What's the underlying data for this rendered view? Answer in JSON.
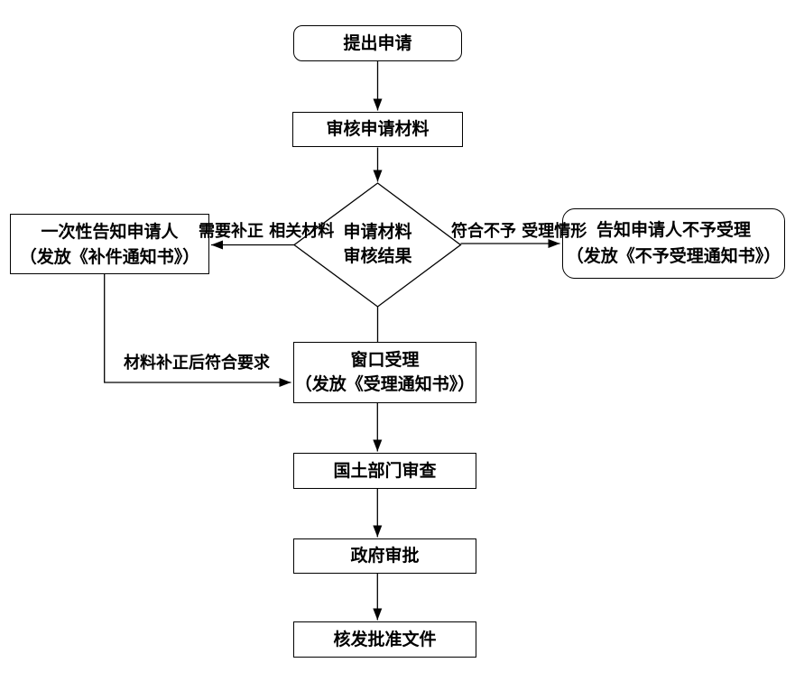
{
  "colors": {
    "background": "#ffffff",
    "line": "#000000",
    "node_fill": "#ffffff",
    "text": "#000000"
  },
  "nodes": {
    "submit": {
      "label": "提出申请"
    },
    "review": {
      "label": "审核申请材料"
    },
    "decision": {
      "line1": "申请材料",
      "line2": "审核结果"
    },
    "notify": {
      "line1": "一次性告知申请人",
      "line2": "（发放《补件通知书》）"
    },
    "reject": {
      "line1": "告知申请人不予受理",
      "line2": "（发放《不予受理通知书》）"
    },
    "window": {
      "line1": "窗口受理",
      "line2": "（发放《受理通知书》）"
    },
    "land": {
      "label": "国土部门审查"
    },
    "gov": {
      "label": "政府审批"
    },
    "issue": {
      "label": "核发批准文件"
    }
  },
  "edge_labels": {
    "need_correction": {
      "line1": "需要补正",
      "line2": "相关材料"
    },
    "not_accept": {
      "line1": "符合不予",
      "line2": "受理情形"
    },
    "after_correction": {
      "label": "材料补正后符合要求"
    }
  }
}
